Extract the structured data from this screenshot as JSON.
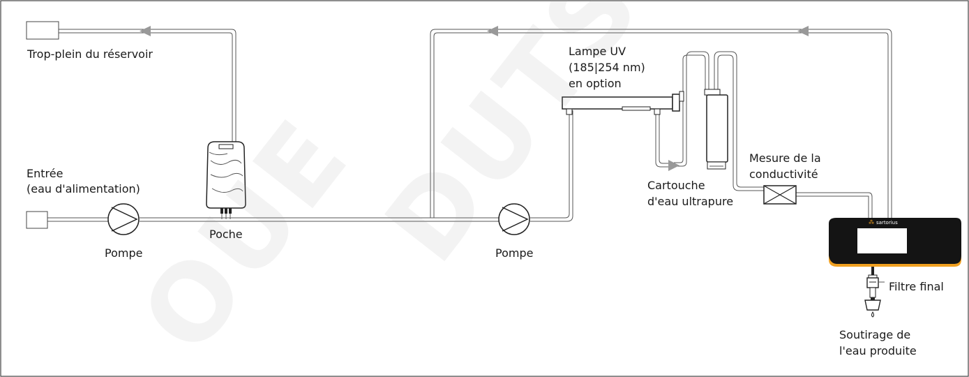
{
  "labels": {
    "overflow": "Trop-plein du réservoir",
    "inlet_1": "Entrée",
    "inlet_2": "(eau d'alimentation)",
    "pump_left": "Pompe",
    "bag": "Poche",
    "pump_mid": "Pompe",
    "uv_1": "Lampe UV",
    "uv_2": "(185|254 nm)",
    "uv_3": "en option",
    "cartridge_1": "Cartouche",
    "cartridge_2": "d'eau ultrapure",
    "cond_1": "Mesure de la",
    "cond_2": "conductivité",
    "filter": "Filtre final",
    "outlet_1": "Soutirage de",
    "outlet_2": "l'eau produite"
  },
  "device": {
    "brand": "sartorius",
    "accent_color": "#f0a020",
    "body_color": "#141414"
  },
  "watermark": {
    "text_1": "OUE",
    "text_2": "DUTS"
  }
}
